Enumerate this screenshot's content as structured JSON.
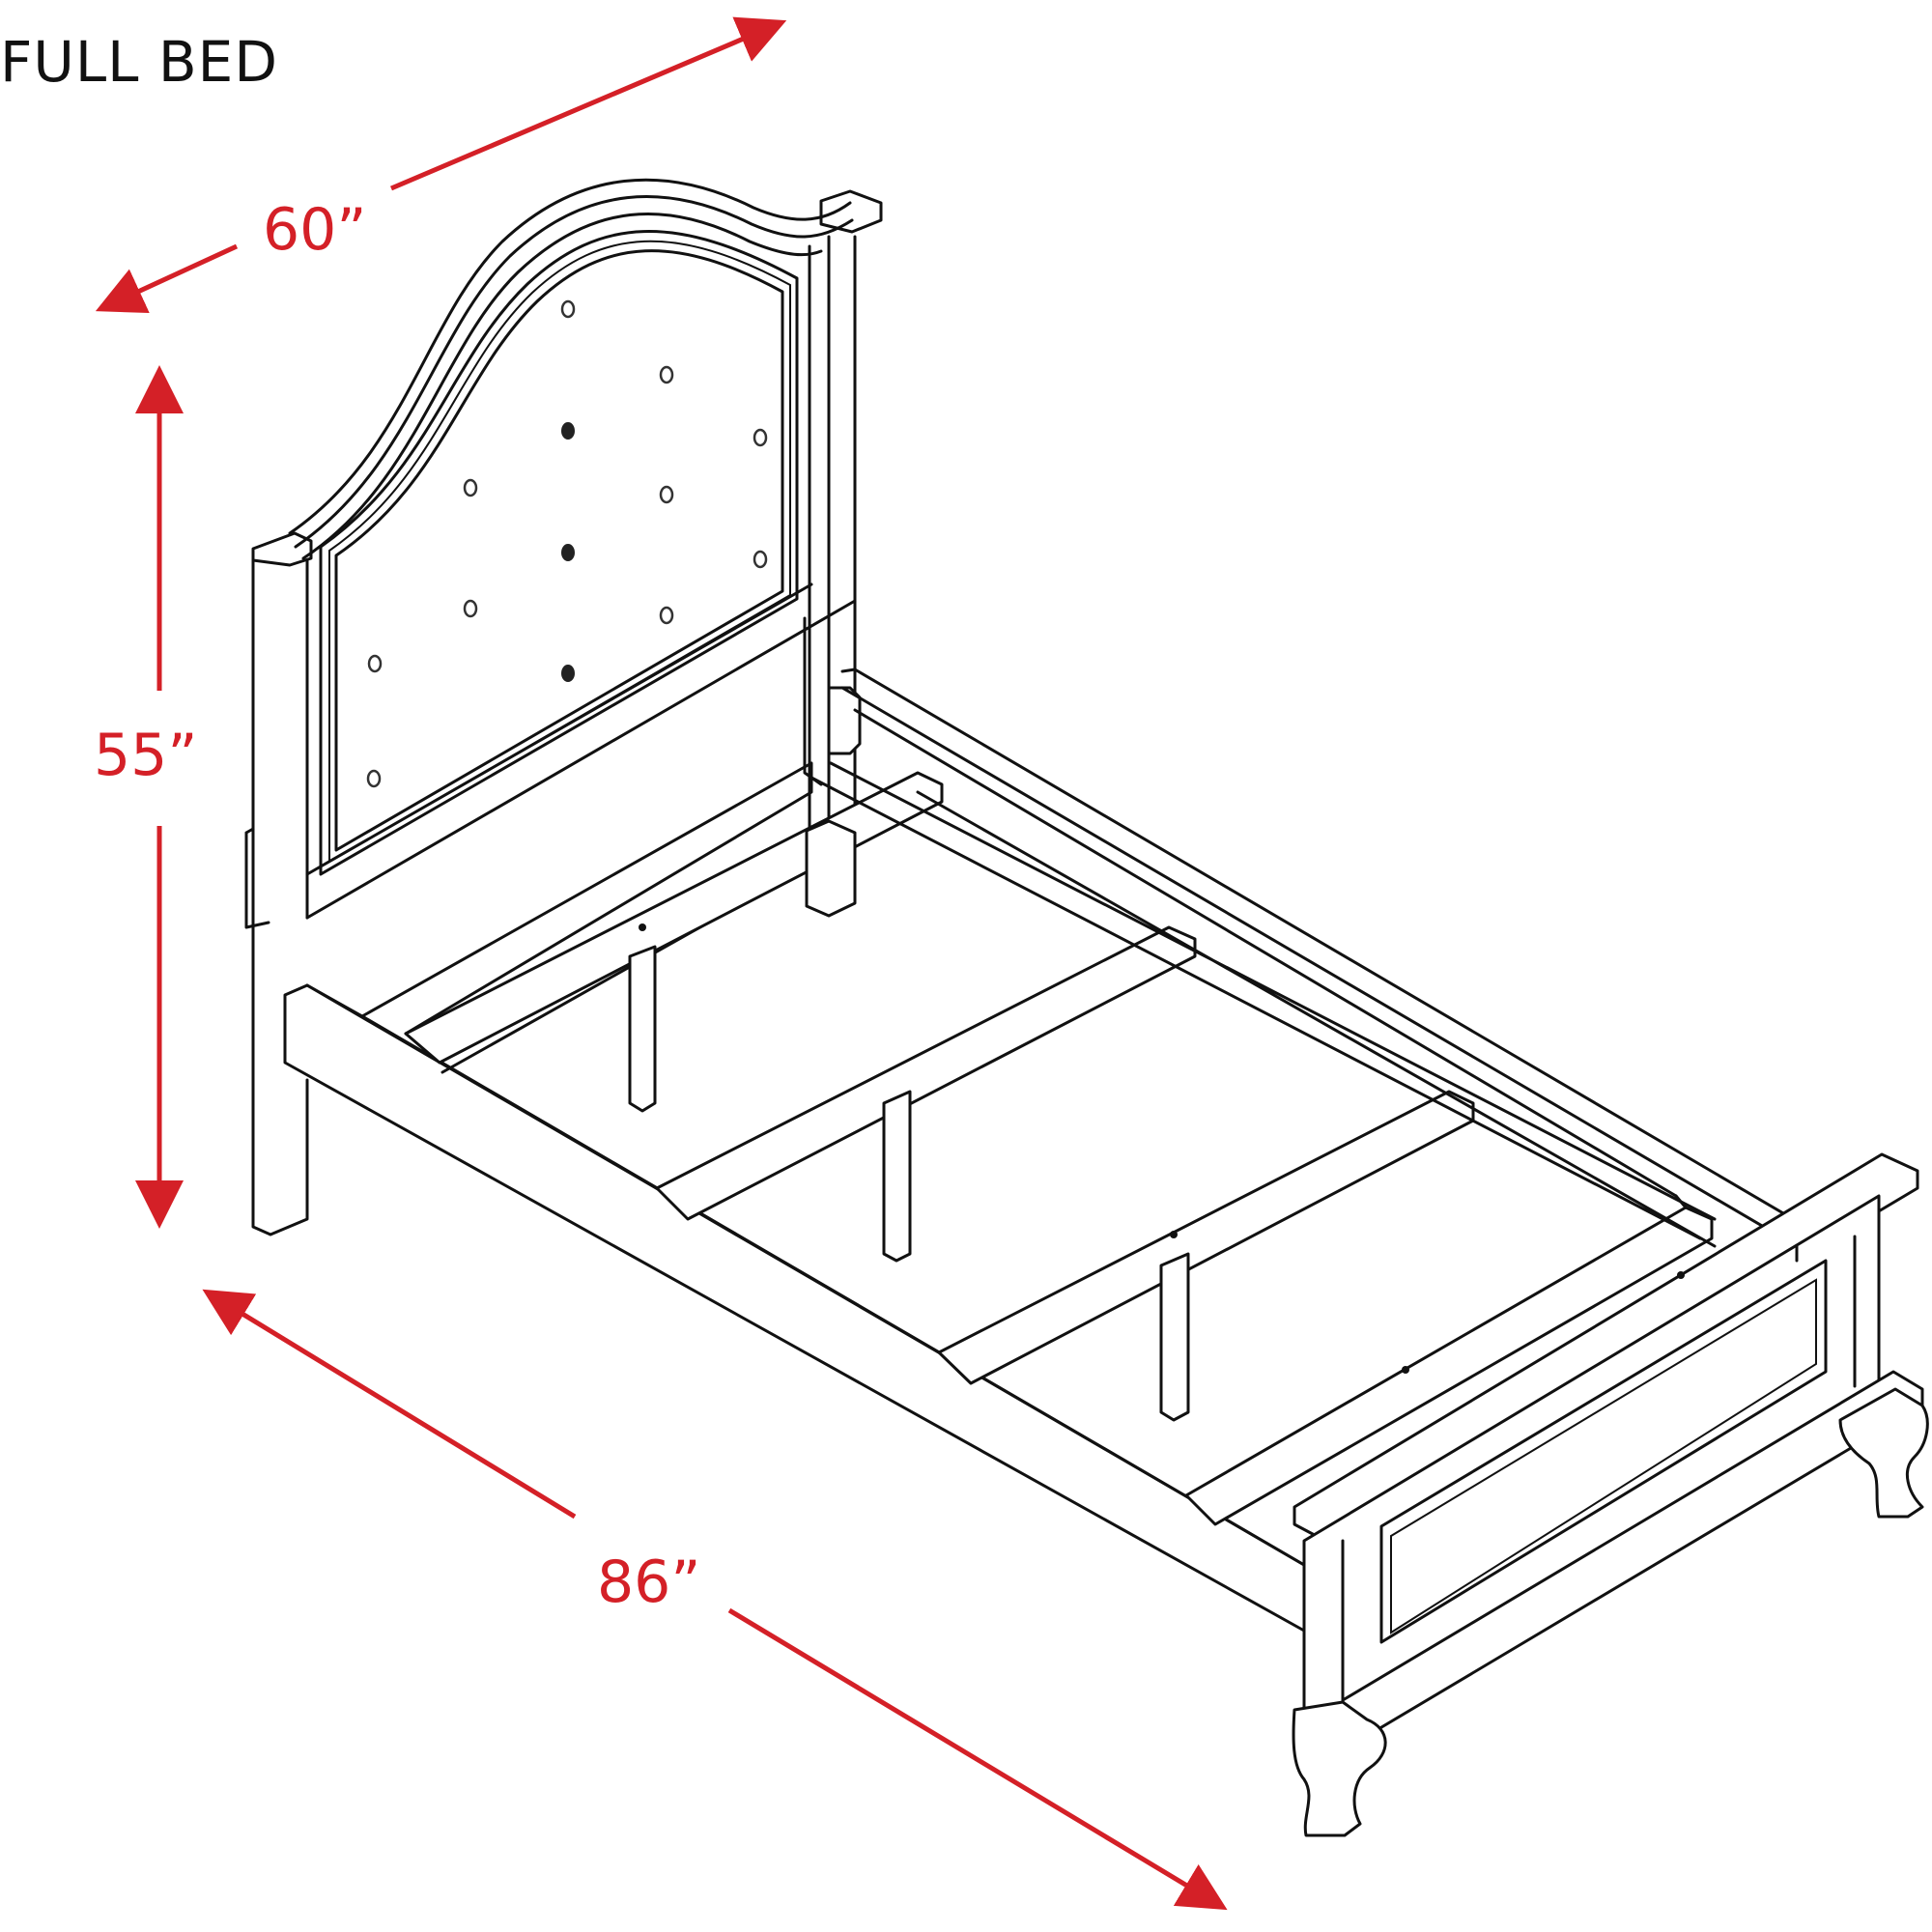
{
  "title": "FULL BED",
  "dimensions": {
    "width": "60”",
    "height": "55”",
    "length": "86”"
  },
  "colors": {
    "dimension": "#d42027",
    "line": "#111111",
    "background": "#ffffff"
  }
}
